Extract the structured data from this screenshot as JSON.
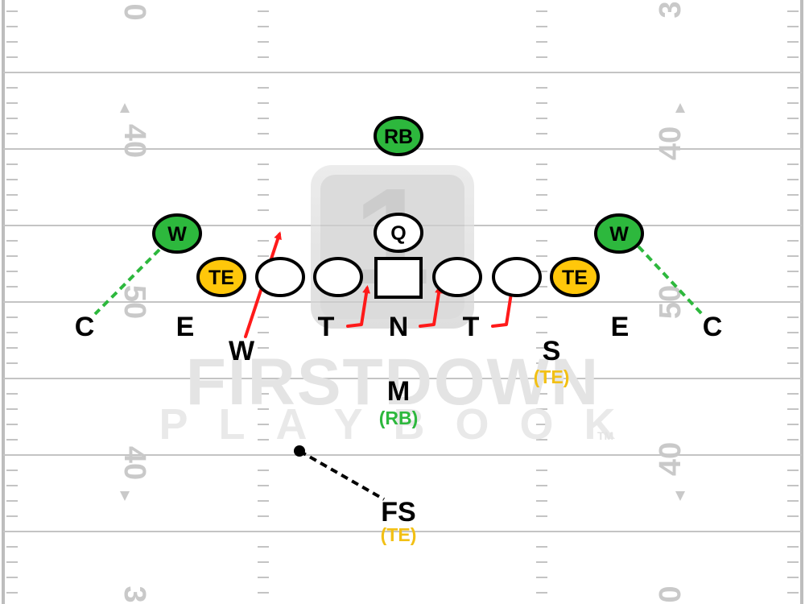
{
  "watermark": {
    "line1": "FIRSTDOWN",
    "line2": "PLAYBOOK",
    "tm": "TM",
    "logo_glyph": "1"
  },
  "field": {
    "yard_numbers": [
      "0",
      "40",
      "50",
      "40",
      "3"
    ],
    "right_yard_numbers": [
      "3",
      "40",
      "50",
      "40",
      "0"
    ]
  },
  "colors": {
    "green_player": "#2db83d",
    "yellow_player": "#ffc70a",
    "route_red": "#ff1a1a",
    "coverage_green": "#2db83d",
    "coverage_black": "#000000",
    "te_text": "#f2c015",
    "rb_text": "#2db83d"
  },
  "offense": {
    "rb": "RB",
    "qb": "Q",
    "wr_left": "W",
    "wr_right": "W",
    "te_left": "TE",
    "te_right": "TE"
  },
  "defense": {
    "c_left": "C",
    "e_left": "E",
    "w": "W",
    "t_left": "T",
    "n": "N",
    "t_right": "T",
    "e_right": "E",
    "c_right": "C",
    "s": "S",
    "s_sub": "(TE)",
    "m": "M",
    "m_sub": "(RB)",
    "fs": "FS",
    "fs_sub": "(TE)"
  }
}
